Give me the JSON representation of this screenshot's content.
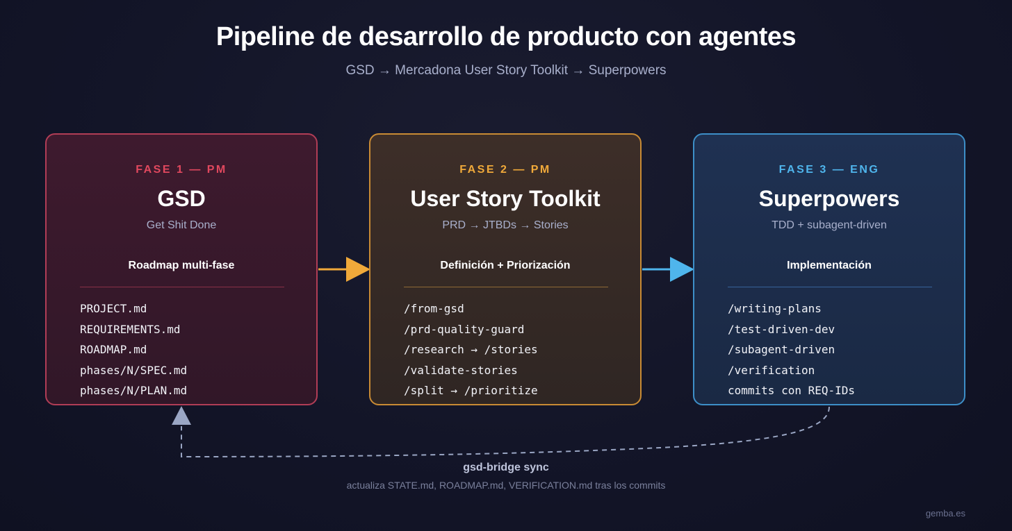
{
  "title": "Pipeline de desarrollo de producto con agentes",
  "subtitle": "GSD → Mercadona User Story Toolkit → Superpowers",
  "phases": [
    {
      "label": "FASE 1 — PM",
      "name": "GSD",
      "description": "Get Shit Done",
      "focus": "Roadmap multi-fase",
      "accent": "#e0485e",
      "items": [
        "PROJECT.md",
        "REQUIREMENTS.md",
        "ROADMAP.md",
        "phases/N/SPEC.md",
        "phases/N/PLAN.md"
      ]
    },
    {
      "label": "FASE 2 — PM",
      "name": "User Story Toolkit",
      "description": "PRD → JTBDs → Stories",
      "focus": "Definición + Priorización",
      "accent": "#f0a93a",
      "items": [
        "/from-gsd",
        "/prd-quality-guard",
        "/research → /stories",
        "/validate-stories",
        "/split → /prioritize"
      ]
    },
    {
      "label": "FASE 3 — ENG",
      "name": "Superpowers",
      "description": "TDD + subagent-driven",
      "focus": "Implementación",
      "accent": "#4fb5ec",
      "items": [
        "/writing-plans",
        "/test-driven-dev",
        "/subagent-driven",
        "/verification",
        "commits con REQ-IDs"
      ]
    }
  ],
  "sync": {
    "label": "gsd-bridge sync",
    "description": "actualiza STATE.md, ROADMAP.md, VERIFICATION.md tras los commits"
  },
  "footer": "gemba.es"
}
